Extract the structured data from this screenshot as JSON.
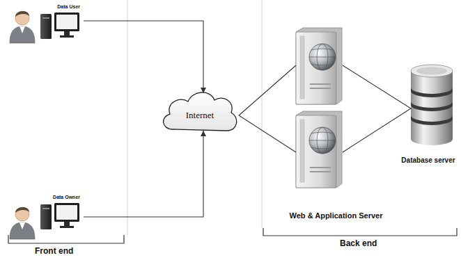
{
  "diagram": {
    "nodes": [
      {
        "text": [
          "Data User"
        ]
      },
      {
        "text": [
          "Data Owner"
        ]
      },
      {
        "text": [
          "Internet"
        ]
      },
      {
        "text": [
          "Web & Application Server"
        ]
      },
      {
        "text": [
          "Database server"
        ]
      }
    ],
    "edges": [
      {
        "from": 0,
        "to": 2,
        "arrow": "to"
      },
      {
        "from": 1,
        "to": 2,
        "arrow": "to"
      },
      {
        "from": 2,
        "to": 3,
        "arrow": "none"
      },
      {
        "from": 3,
        "to": 4,
        "arrow": "none"
      }
    ],
    "labels": [
      "Front end",
      "Back end"
    ]
  }
}
